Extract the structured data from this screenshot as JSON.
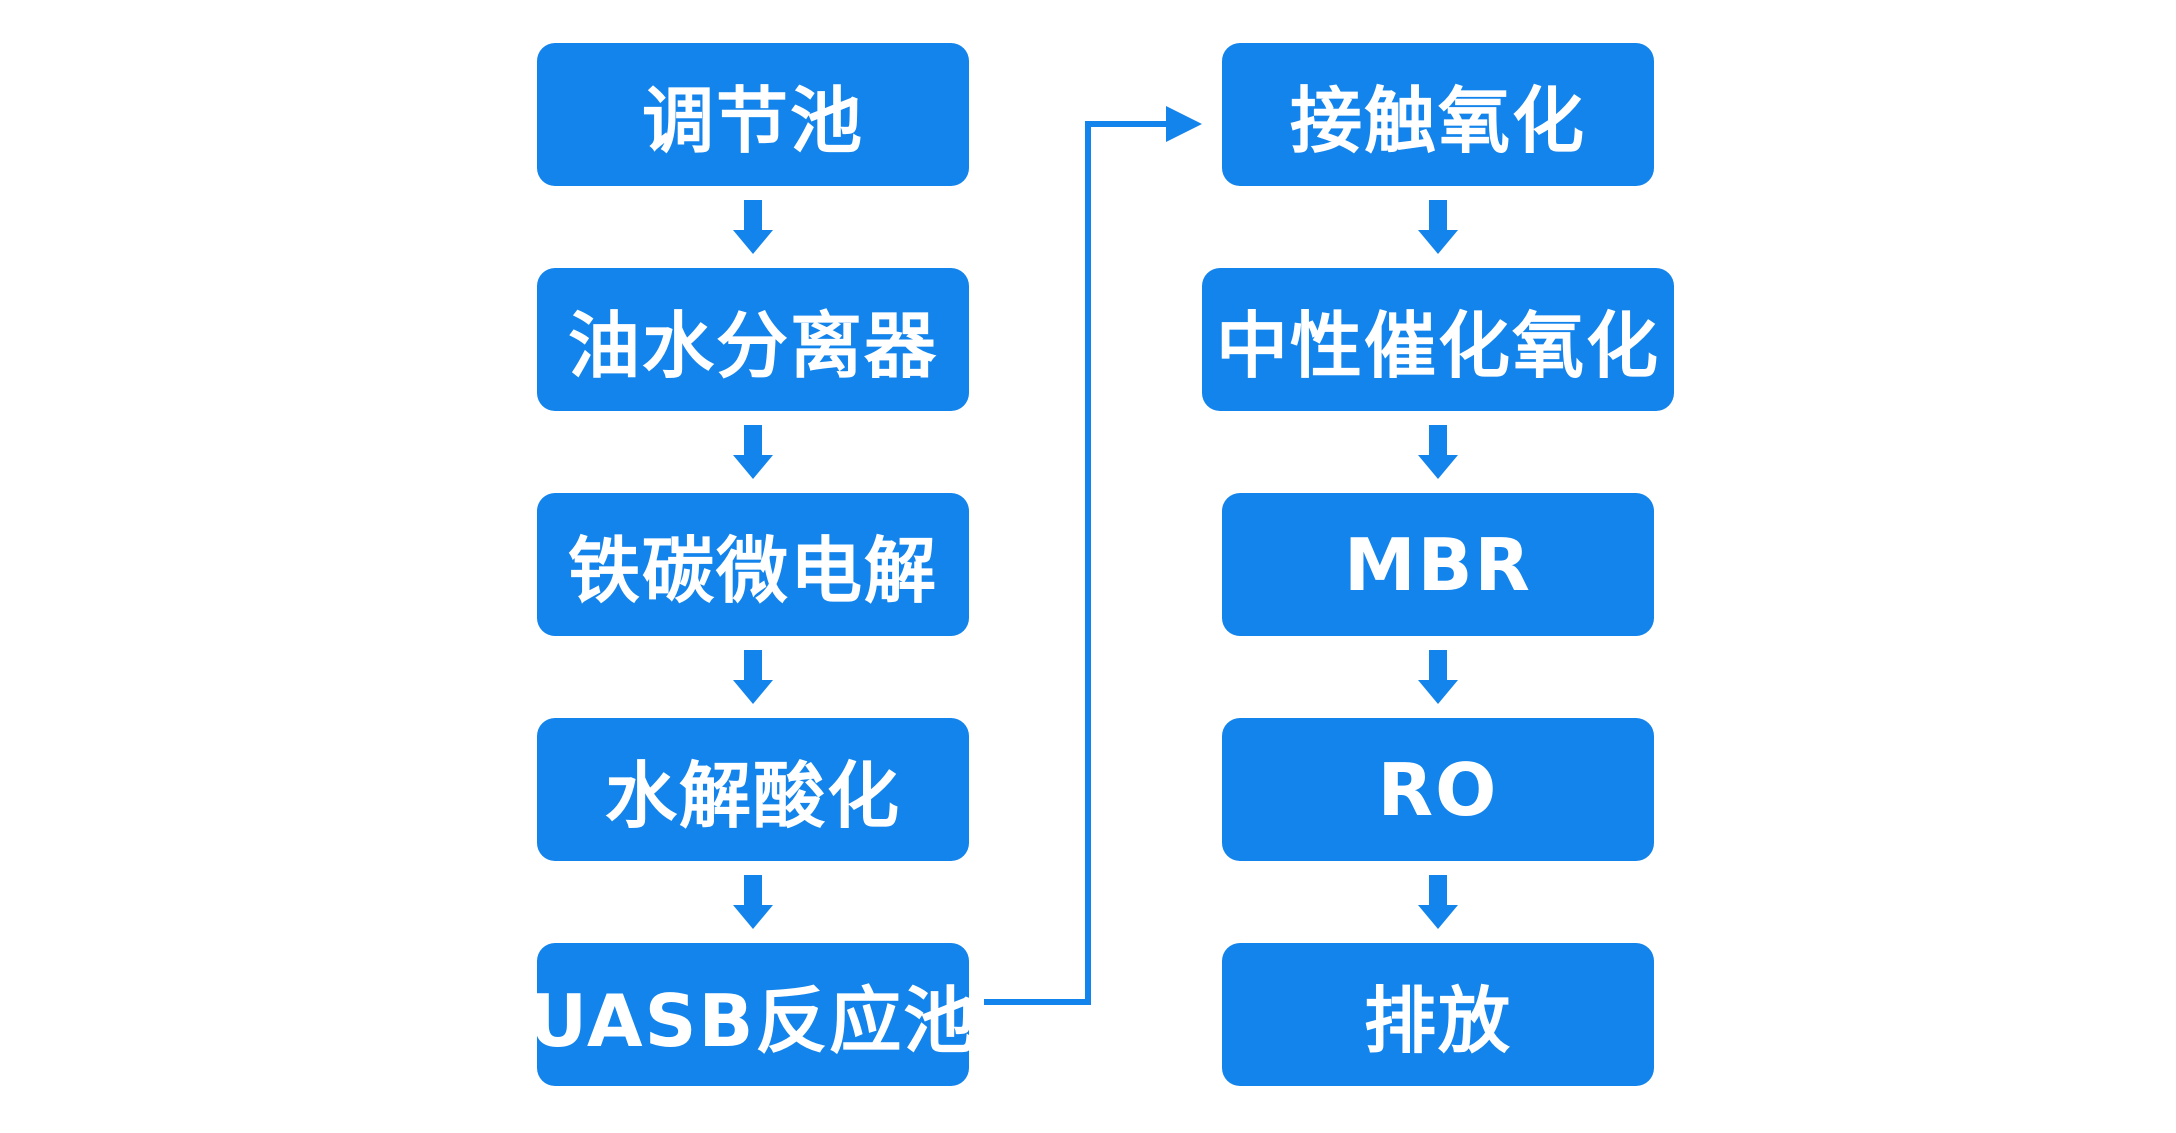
{
  "diagram": {
    "left_column": [
      {
        "label": "调节池"
      },
      {
        "label": "油水分离器"
      },
      {
        "label": "铁碳微电解"
      },
      {
        "label": "水解酸化"
      },
      {
        "label": "UASB反应池"
      }
    ],
    "right_column": [
      {
        "label": "接触氧化"
      },
      {
        "label": "中性催化氧化"
      },
      {
        "label": "MBR"
      },
      {
        "label": "RO"
      },
      {
        "label": "排放"
      }
    ],
    "colors": {
      "node_fill": "#1384ec",
      "node_text": "#ffffff",
      "arrow": "#1384ec"
    }
  }
}
